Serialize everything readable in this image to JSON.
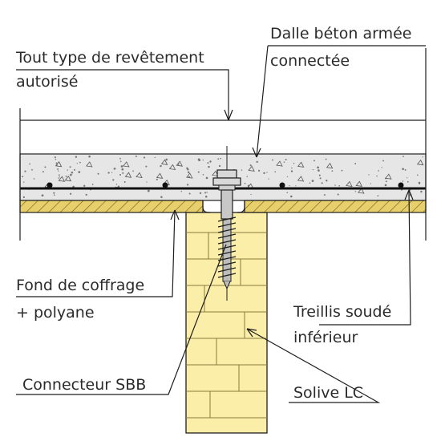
{
  "labels": {
    "covering_line1": "Tout type de revêtement",
    "covering_line2": "autorisé",
    "slab_line1": "Dalle béton armée",
    "slab_line2": "connectée",
    "formwork_line1": "Fond de coffrage",
    "formwork_line2": "+ polyane",
    "mesh_line1": "Treillis soudé",
    "mesh_line2": "inférieur",
    "connector": "Connecteur SBB",
    "joist": "Solive LC"
  },
  "colors": {
    "concrete": "#e6e6e6",
    "timber": "#fbeea8",
    "formwork": "#e7cf6c",
    "line": "#1e1e1e",
    "text": "#2b2b2b",
    "screw": "#c8c8c8"
  }
}
